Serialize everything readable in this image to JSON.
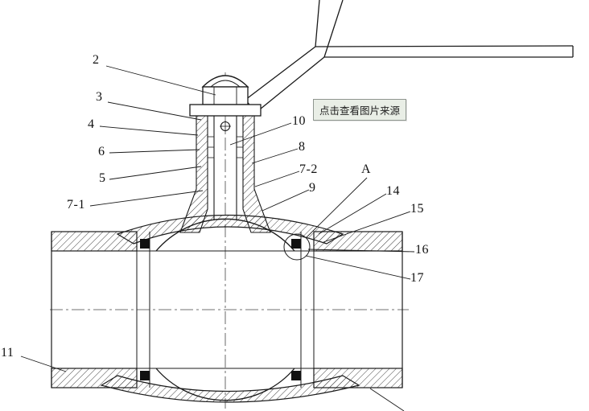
{
  "diagram": {
    "labels": [
      {
        "text": "2"
      },
      {
        "text": "3"
      },
      {
        "text": "4"
      },
      {
        "text": "6"
      },
      {
        "text": "5"
      },
      {
        "text": "7-1"
      },
      {
        "text": "10"
      },
      {
        "text": "8"
      },
      {
        "text": "7-2"
      },
      {
        "text": "9"
      },
      {
        "text": "A"
      },
      {
        "text": "14"
      },
      {
        "text": "15"
      },
      {
        "text": "16"
      },
      {
        "text": "17"
      },
      {
        "text": "11"
      }
    ]
  },
  "tooltip": {
    "text": "点击查看图片来源"
  },
  "colors": {
    "line": "#1a1a1a",
    "background": "#ffffff",
    "tooltip_bg": "#e9eee6",
    "tooltip_border": "#8f968f"
  }
}
